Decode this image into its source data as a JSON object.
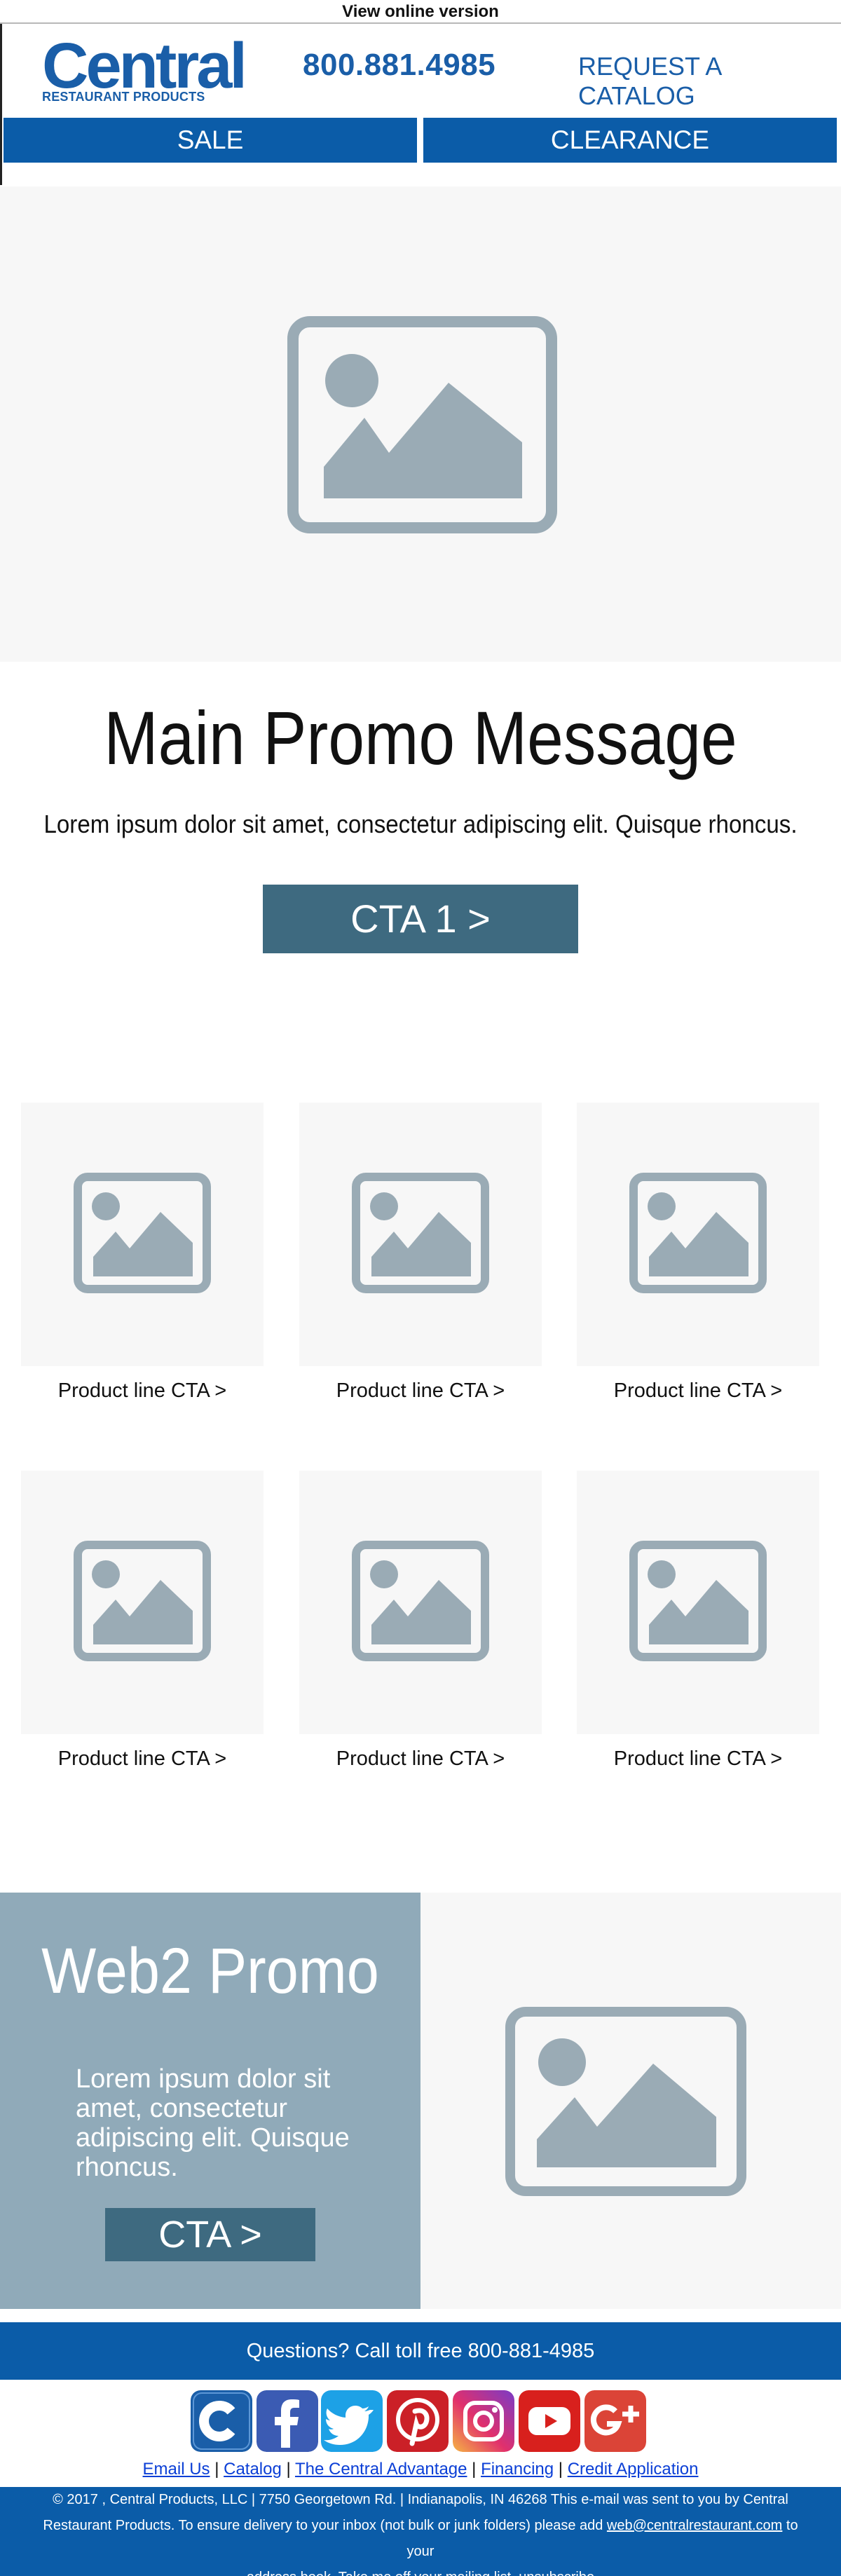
{
  "topbar": {
    "view_online": "View online version"
  },
  "header": {
    "logo_main": "Central",
    "logo_sub": "RESTAURANT PRODUCTS",
    "phone": "800.881.4985",
    "catalog_link": "REQUEST A CATALOG"
  },
  "nav": {
    "sale": "SALE",
    "clearance": "CLEARANCE"
  },
  "promo": {
    "title": "Main Promo Message",
    "subtitle": "Lorem ipsum dolor sit amet, consectetur adipiscing elit. Quisque rhoncus.",
    "cta": "CTA 1 >"
  },
  "products": [
    {
      "label": "Product line CTA >"
    },
    {
      "label": "Product line CTA >"
    },
    {
      "label": "Product line CTA >"
    },
    {
      "label": "Product line CTA >"
    },
    {
      "label": "Product line CTA >"
    },
    {
      "label": "Product line CTA >"
    }
  ],
  "web2": {
    "title": "Web2 Promo",
    "text": "Lorem ipsum dolor sit amet, consectetur adipiscing elit. Quisque rhoncus.",
    "cta": "CTA >"
  },
  "footer": {
    "questions": "Questions? Call toll free 800-881-4985",
    "social_icons": [
      "central-icon",
      "facebook-icon",
      "twitter-icon",
      "pinterest-icon",
      "instagram-icon",
      "youtube-icon",
      "google-plus-icon"
    ],
    "links": [
      "Email Us",
      "Catalog",
      "The Central Advantage",
      "Financing",
      "Credit Application"
    ],
    "legal_line1": "© 2017 , Central Products, LLC | 7750 Georgetown Rd. | Indianapolis, IN 46268 This e-mail was sent to you by Central",
    "legal_line2a": "Restaurant Products. To ensure delivery to your inbox (not bulk or junk folders) please add ",
    "legal_email": "web@centralrestaurant.com",
    "legal_line2b": " to your",
    "legal_line3a": "address book. Take me off your mailing list, ",
    "legal_unsubscribe": "unsubscribe"
  },
  "colors": {
    "brand_blue": "#0b5ca8",
    "cta_teal": "#3e6a80",
    "web2_panel": "#90aab9",
    "placeholder_bg": "#f7f7f7",
    "placeholder_icon": "#9aabb5"
  }
}
